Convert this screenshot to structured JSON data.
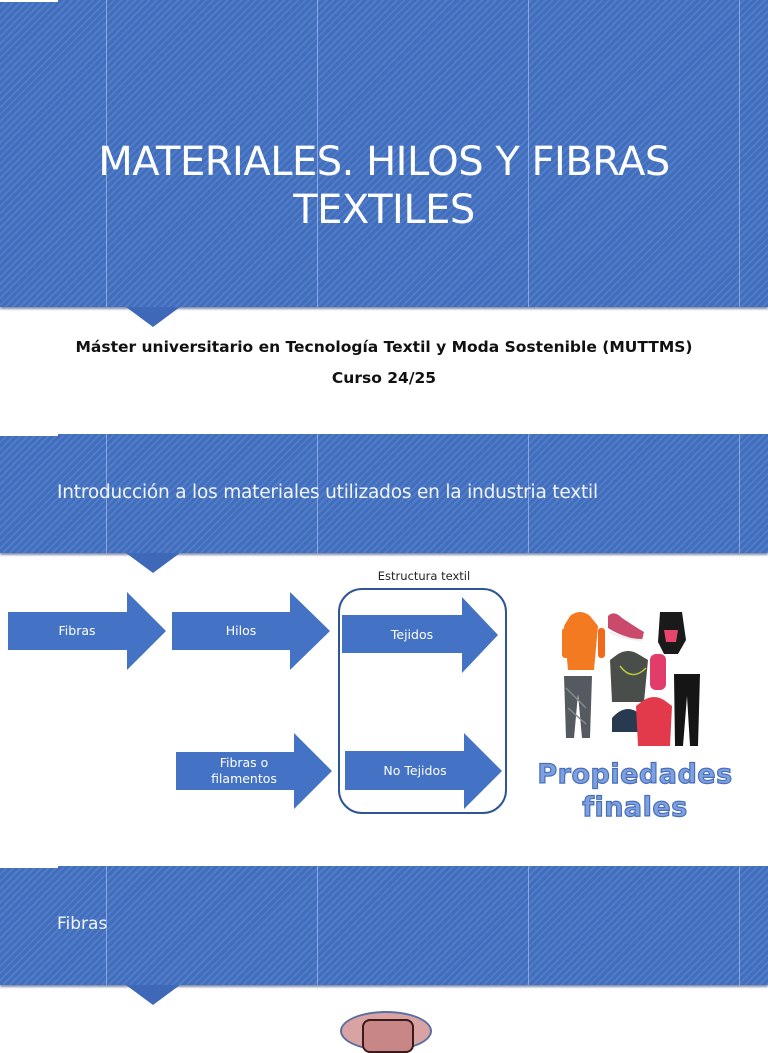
{
  "slide1": {
    "title_line1": "MATERIALES. HILOS Y FIBRAS",
    "title_line2": "TEXTILES",
    "program": "Máster universitario en Tecnología Textil y Moda Sostenible (MUTTMS)",
    "course": "Curso 24/25"
  },
  "slide2": {
    "heading": "Introducción a los materiales utilizados en la industria textil",
    "diagram": {
      "group_label": "Estructura textil",
      "arrows": [
        {
          "id": "fibras",
          "label": "Fibras"
        },
        {
          "id": "hilos",
          "label": "Hilos"
        },
        {
          "id": "tejidos",
          "label": "Tejidos"
        },
        {
          "id": "fibras-filamentos",
          "label_line1": "Fibras o",
          "label_line2": "filamentos"
        },
        {
          "id": "no-tejidos",
          "label": "No Tejidos"
        }
      ],
      "result_line1": "Propiedades",
      "result_line2": "finales",
      "image_description": "sportswear-clothing-collage"
    }
  },
  "slide3": {
    "heading": "Fibras"
  },
  "colors": {
    "band_blue": "#4472c4",
    "arrow_blue": "#4472c4",
    "box_border": "#2f5597",
    "props_text": "#7da0e0"
  }
}
